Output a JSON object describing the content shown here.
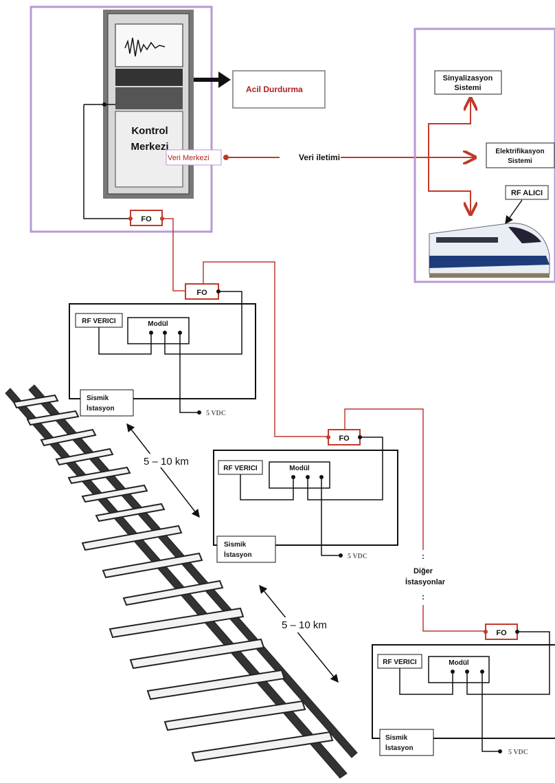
{
  "control_center": {
    "title_line1": "Kontrol",
    "title_line2": "Merkezi",
    "data_center": "Veri Merkezi"
  },
  "emergency_stop": "Acil Durdurma",
  "data_transmission": "Veri iletimi",
  "train_systems": {
    "signaling_line1": "Sinyalizasyon",
    "signaling_line2": "Sistemi",
    "electrification_line1": "Elektrifikasyon",
    "electrification_line2": "Sistemi",
    "rf_receiver": "RF ALICI"
  },
  "fo_label": "FO",
  "station": {
    "rf_transmitter": "RF VERICI",
    "module": "Modül",
    "seismic_line1": "Sismik",
    "seismic_line2": "İstasyon",
    "power": "5 VDC"
  },
  "distance": "5 – 10 km",
  "other_stations": {
    "line1": "Diğer",
    "line2": "İstasyonlar",
    "dots": ":"
  },
  "colors": {
    "frame": "#b79ad4",
    "fiber": "#c0392b",
    "wire": "#111111"
  }
}
